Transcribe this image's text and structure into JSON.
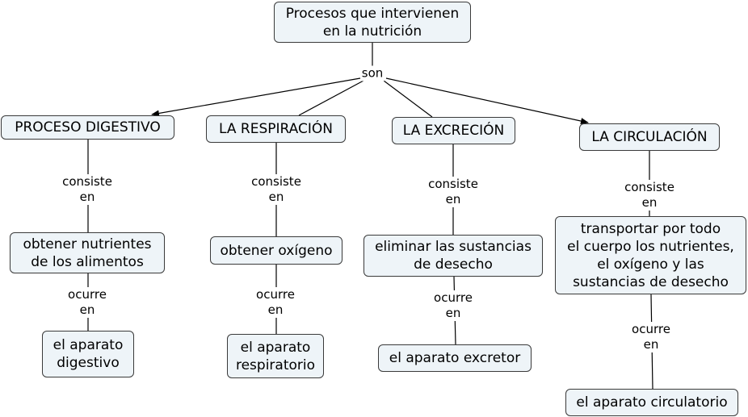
{
  "root": {
    "text": "Procesos que intervienen\nen la nutrición"
  },
  "link_son": "son",
  "branches": [
    {
      "concept": "PROCESO DIGESTIVO",
      "link1": "consiste\nen",
      "detail": "obtener nutrientes\nde los alimentos",
      "link2": "ocurre\nen",
      "organ": "el aparato\ndigestivo"
    },
    {
      "concept": "LA RESPIRACIÓN",
      "link1": "consiste\nen",
      "detail": "obtener oxígeno",
      "link2": "ocurre\nen",
      "organ": "el aparato\nrespiratorio"
    },
    {
      "concept": "LA EXCRECIÓN",
      "link1": "consiste\nen",
      "detail": "eliminar las sustancias\nde desecho",
      "link2": "ocurre\nen",
      "organ": "el aparato excretor"
    },
    {
      "concept": "LA CIRCULACIÓN",
      "link1": "consiste\nen",
      "detail": "transportar por todo\nel cuerpo los nutrientes,\nel oxígeno y las\nsustancias de desecho",
      "link2": "ocurre\nen",
      "organ": "el aparato circulatorio"
    }
  ]
}
